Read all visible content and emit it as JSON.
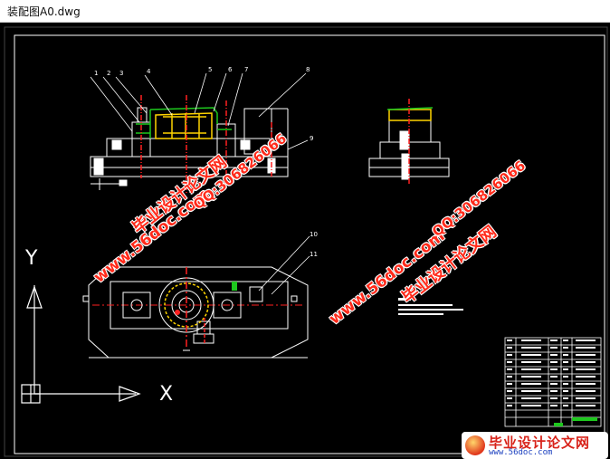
{
  "window": {
    "title": "装配图A0.dwg"
  },
  "balloons": [
    "1",
    "2",
    "3",
    "4",
    "5",
    "6",
    "7",
    "8",
    "9",
    "10",
    "11"
  ],
  "ucs": {
    "y_label": "Y",
    "x_label": "X"
  },
  "watermarks": {
    "url": "www.56doc.com",
    "name": "毕业设计论文网",
    "qq": "QQ:306826066"
  },
  "logo": {
    "name": "毕业设计论文网",
    "url": "www.56doc.com"
  },
  "colors": {
    "background": "#000000",
    "line": "#ffffff",
    "yellow": "#ffd400",
    "green": "#1ec81e",
    "red": "#ff2020",
    "watermark": "#ff2a1a"
  }
}
